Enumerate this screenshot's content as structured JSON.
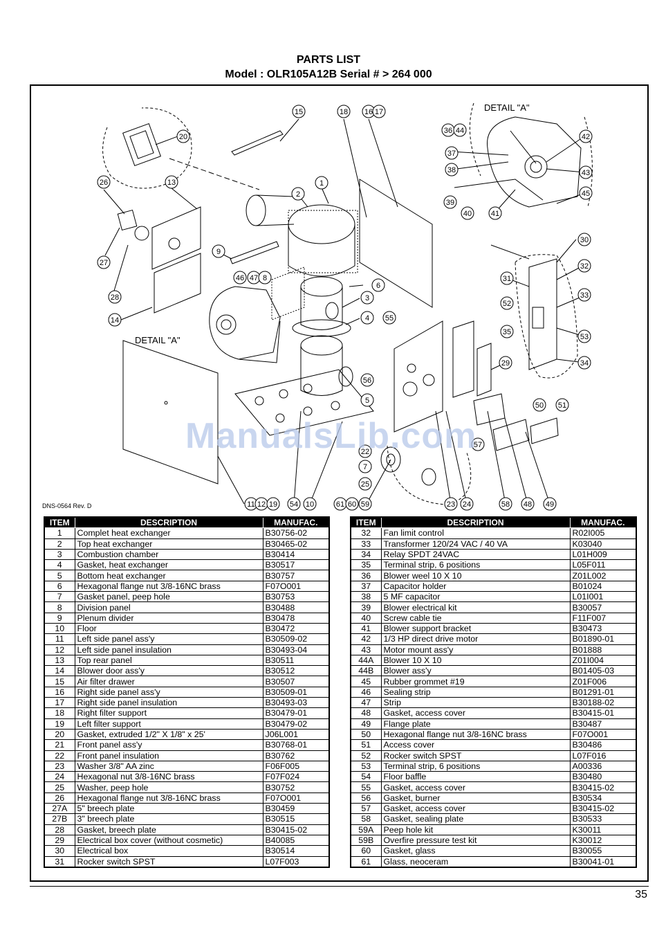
{
  "header": {
    "title": "PARTS LIST",
    "model": "Model : OLR105A12B Serial # > 264 000"
  },
  "diagram": {
    "detail_label_top": "DETAIL  \"A\"",
    "detail_label_left": "DETAIL  \"A\"",
    "revision": "DNS-0564 Rev. D",
    "callouts": [
      "15",
      "18",
      "16",
      "17",
      "36",
      "44",
      "42",
      "37",
      "38",
      "43",
      "39",
      "40",
      "41",
      "45",
      "20",
      "26",
      "13",
      "2",
      "1",
      "27",
      "28",
      "9",
      "46",
      "47",
      "8",
      "6",
      "3",
      "4",
      "14",
      "55",
      "30",
      "31",
      "32",
      "52",
      "33",
      "35",
      "53",
      "34",
      "29",
      "56",
      "5",
      "50",
      "51",
      "57",
      "22",
      "7",
      "25",
      "11",
      "12",
      "19",
      "54",
      "10",
      "61",
      "60",
      "59",
      "23",
      "24",
      "58",
      "48",
      "49"
    ]
  },
  "watermark": "ManualsLib.com",
  "table": {
    "headers": [
      "ITEM",
      "DESCRIPTION",
      "MANUFAC."
    ],
    "left": [
      [
        "1",
        "Complet heat exchanger",
        "B30756-02"
      ],
      [
        "2",
        "Top heat exchanger",
        "B30465-02"
      ],
      [
        "3",
        "Combustion chamber",
        "B30414"
      ],
      [
        "4",
        "Gasket, heat exchanger",
        "B30517"
      ],
      [
        "5",
        "Bottom heat exchanger",
        "B30757"
      ],
      [
        "6",
        "Hexagonal flange nut 3/8-16NC brass",
        "F07O001"
      ],
      [
        "7",
        "Gasket panel, peep hole",
        "B30753"
      ],
      [
        "8",
        "Division panel",
        "B30488"
      ],
      [
        "9",
        "Plenum divider",
        "B30478"
      ],
      [
        "10",
        "Floor",
        "B30472"
      ],
      [
        "11",
        "Left side panel ass'y",
        "B30509-02"
      ],
      [
        "12",
        "Left side panel insulation",
        "B30493-04"
      ],
      [
        "13",
        "Top rear panel",
        "B30511"
      ],
      [
        "14",
        "Blower door ass'y",
        "B30512"
      ],
      [
        "15",
        "Air filter drawer",
        "B30507"
      ],
      [
        "16",
        "Right side panel ass'y",
        "B30509-01"
      ],
      [
        "17",
        "Right side panel insulation",
        "B30493-03"
      ],
      [
        "18",
        "Right filter support",
        "B30479-01"
      ],
      [
        "19",
        "Left filter support",
        "B30479-02"
      ],
      [
        "20",
        "Gasket, extruded 1/2\" X 1/8\" x 25'",
        "J06L001"
      ],
      [
        "21",
        "Front panel ass'y",
        "B30768-01"
      ],
      [
        "22",
        "Front panel insulation",
        "B30762"
      ],
      [
        "23",
        "Washer 3/8\" AA zinc",
        "F06F005"
      ],
      [
        "24",
        "Hexagonal nut 3/8-16NC brass",
        "F07F024"
      ],
      [
        "25",
        "Washer, peep hole",
        "B30752"
      ],
      [
        "26",
        "Hexagonal flange nut 3/8-16NC brass",
        "F07O001"
      ],
      [
        "27A",
        "5\" breech plate",
        "B30459"
      ],
      [
        "27B",
        "3\" breech plate",
        "B30515"
      ],
      [
        "28",
        "Gasket, breech plate",
        "B30415-02"
      ],
      [
        "29",
        "Electrical box cover  (without cosmetic)",
        "B40085"
      ],
      [
        "30",
        "Electrical box",
        "B30514"
      ],
      [
        "31",
        "Rocker switch SPST",
        "L07F003"
      ]
    ],
    "right": [
      [
        "32",
        "Fan limit control",
        "R02I005"
      ],
      [
        "33",
        "Transformer 120/24 VAC / 40 VA",
        "K03040"
      ],
      [
        "34",
        "Relay SPDT 24VAC",
        "L01H009"
      ],
      [
        "35",
        "Terminal strip, 6 positions",
        "L05F011"
      ],
      [
        "36",
        "Blower weel 10 X 10",
        "Z01L002"
      ],
      [
        "37",
        "Capacitor holder",
        "B01024"
      ],
      [
        "38",
        "5 MF capacitor",
        "L01I001"
      ],
      [
        "39",
        "Blower electrical kit",
        "B30057"
      ],
      [
        "40",
        "Screw cable tie",
        "F11F007"
      ],
      [
        "41",
        "Blower support bracket",
        "B30473"
      ],
      [
        "42",
        "1/3 HP direct drive motor",
        "B01890-01"
      ],
      [
        "43",
        "Motor mount ass'y",
        "B01888"
      ],
      [
        "44A",
        "Blower 10 X 10",
        "Z01I004"
      ],
      [
        "44B",
        "Blower ass'y",
        "B01405-03"
      ],
      [
        "45",
        "Rubber grommet #19",
        "Z01F006"
      ],
      [
        "46",
        "Sealing strip",
        "B01291-01"
      ],
      [
        "47",
        "Strip",
        "B30188-02"
      ],
      [
        "48",
        "Gasket, access cover",
        "B30415-01"
      ],
      [
        "49",
        "Flange plate",
        "B30487"
      ],
      [
        "50",
        "Hexagonal flange nut 3/8-16NC brass",
        "F07O001"
      ],
      [
        "51",
        "Access cover",
        "B30486"
      ],
      [
        "52",
        "Rocker switch SPST",
        "L07F016"
      ],
      [
        "53",
        "Terminal strip, 6 positions",
        "A00336"
      ],
      [
        "54",
        "Floor baffle",
        "B30480"
      ],
      [
        "55",
        "Gasket, access cover",
        "B30415-02"
      ],
      [
        "56",
        "Gasket, burner",
        "B30534"
      ],
      [
        "57",
        "Gasket, access cover",
        "B30415-02"
      ],
      [
        "58",
        "Gasket, sealing plate",
        "B30533"
      ],
      [
        "59A",
        "Peep hole kit",
        "K30011"
      ],
      [
        "59B",
        "Overfire pressure test kit",
        "K30012"
      ],
      [
        "60",
        "Gasket, glass",
        "B30055"
      ],
      [
        "61",
        "Glass, neoceram",
        "B30041-01"
      ]
    ]
  },
  "footer": {
    "page_number": "35"
  }
}
